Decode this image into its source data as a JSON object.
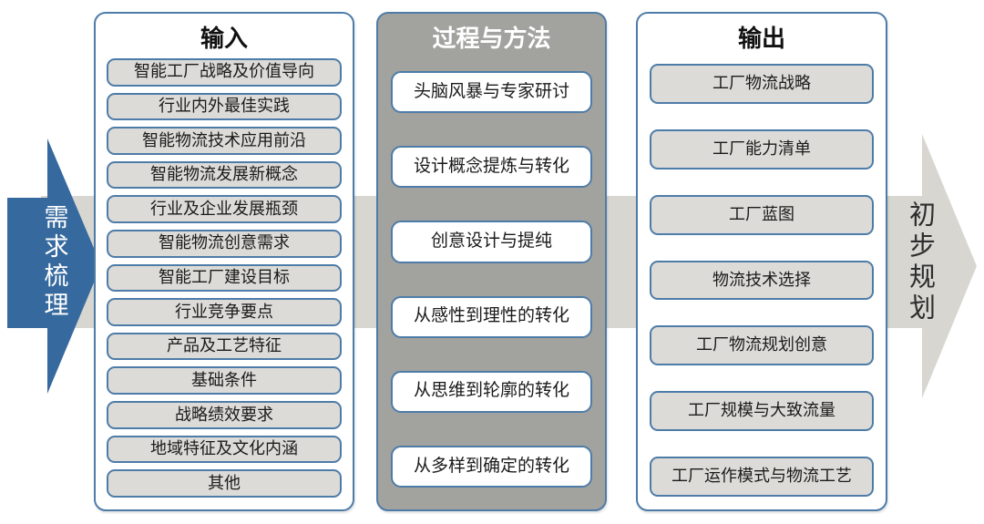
{
  "theme": {
    "accent_blue": "#4E7CA8",
    "arrow_blue": "#36699E",
    "band_gray": "#D7D6D1",
    "panel_gray": "#A2A29E",
    "box_gray": "#DCDBD7"
  },
  "left_flow": {
    "label": "需求梳理"
  },
  "right_flow": {
    "label": "初步规划"
  },
  "columns": {
    "input": {
      "title": "输入",
      "items": [
        "智能工厂战略及价值导向",
        "行业内外最佳实践",
        "智能物流技术应用前沿",
        "智能物流发展新概念",
        "行业及企业发展瓶颈",
        "智能物流创意需求",
        "智能工厂建设目标",
        "行业竞争要点",
        "产品及工艺特征",
        "基础条件",
        "战略绩效要求",
        "地域特征及文化内涵",
        "其他"
      ]
    },
    "process": {
      "title": "过程与方法",
      "items": [
        "头脑风暴与专家研讨",
        "设计概念提炼与转化",
        "创意设计与提纯",
        "从感性到理性的转化",
        "从思维到轮廓的转化",
        "从多样到确定的转化"
      ]
    },
    "output": {
      "title": "输出",
      "items": [
        "工厂物流战略",
        "工厂能力清单",
        "工厂蓝图",
        "物流技术选择",
        "工厂物流规划创意",
        "工厂规模与大致流量",
        "工厂运作模式与物流工艺"
      ]
    }
  }
}
